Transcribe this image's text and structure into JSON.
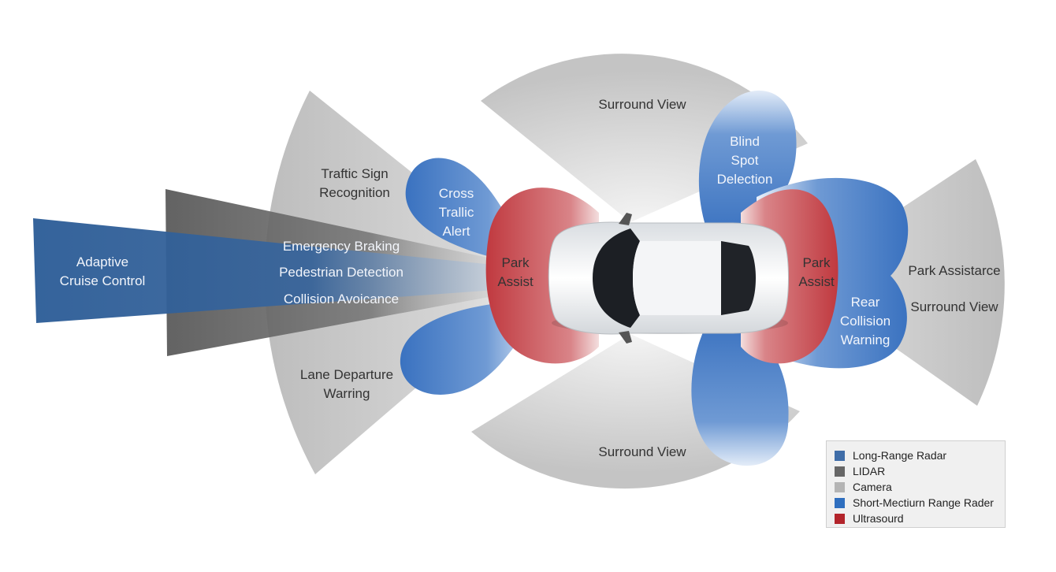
{
  "zones": {
    "adaptive_cruise": "Adaptive\nCruise Control",
    "emergency_braking": "Emergency Braking",
    "pedestrian_detection": "Pedestrian Detection",
    "collision_avoidance": "Collision Avoicance",
    "traffic_sign": "Traftic Sign\nRecognition",
    "lane_departure": "Lane Departure\nWarring",
    "cross_traffic": "Cross\nTrallic\nAlert",
    "park_assist_front": "Park\nAssist",
    "park_assist_rear": "Park\nAssist",
    "surround_view_top": "Surround View",
    "surround_view_bottom": "Surround View",
    "surround_view_rear": "Surround View",
    "blind_spot": "Blind\nSpot\nDelection",
    "rear_collision": "Rear\nCollision\nWarning",
    "park_assistance_rear": "Park Assistarce"
  },
  "legend": [
    {
      "label": "Long-Range Radar",
      "color": "#3f6da8",
      "icon": "square-swatch"
    },
    {
      "label": "LIDAR",
      "color": "#666666",
      "icon": "square-swatch"
    },
    {
      "label": "Camera",
      "color": "#b4b4b4",
      "icon": "square-swatch"
    },
    {
      "label": "Short-Mectiurn Range Rader",
      "color": "#2f6fbf",
      "icon": "square-swatch"
    },
    {
      "label": "Ultrasourd",
      "color": "#b3242b",
      "icon": "square-swatch"
    }
  ],
  "colors": {
    "long_range_radar": "#2a5b96",
    "lidar": "#5a5a5a",
    "camera": "#c9c9c9",
    "short_medium_radar": "#3a72c0",
    "ultrasound": "#c0393f",
    "car_body": "#e9ecef"
  }
}
